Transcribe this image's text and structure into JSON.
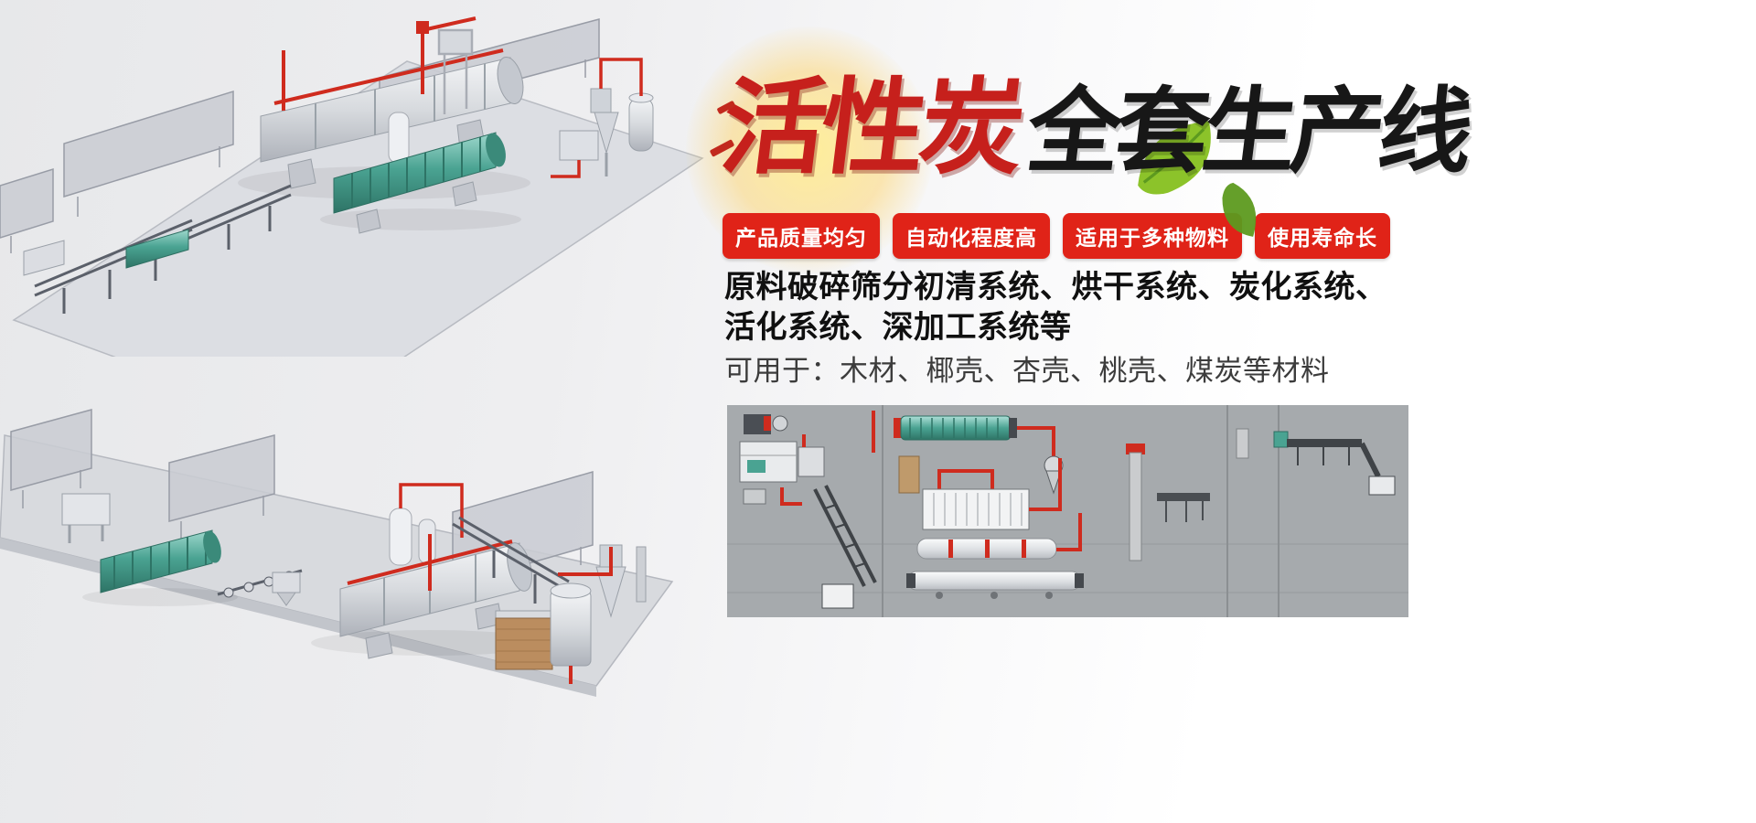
{
  "banner": {
    "title": {
      "red": "活性炭",
      "black": "全套生产线"
    },
    "badges": [
      {
        "label": "产品质量均匀"
      },
      {
        "label": "自动化程度高"
      },
      {
        "label": "适用于多种物料"
      },
      {
        "label": "使用寿命长"
      }
    ],
    "description": {
      "line1": "原料破碎筛分初清系统、烘干系统、炭化系统、",
      "line2": "活化系统、深加工系统等",
      "line3": "可用于：木材、椰壳、杏壳、桃壳、煤炭等材料"
    }
  },
  "colors": {
    "badge_red": "#e02318",
    "title_red": "#c6201c",
    "title_black": "#171717",
    "leaf_green": "#8cc32a",
    "machinery_teal": "#4aa392",
    "pipe_red": "#cf2b1e",
    "background_gray": "#ececee",
    "schematic_gray": "#a6aaad"
  },
  "icons": {
    "leaf": "leaf-icon",
    "top_render": "production-line-3d-render-top",
    "bottom_render": "production-line-3d-render-bottom",
    "schematic": "production-line-schematic"
  }
}
